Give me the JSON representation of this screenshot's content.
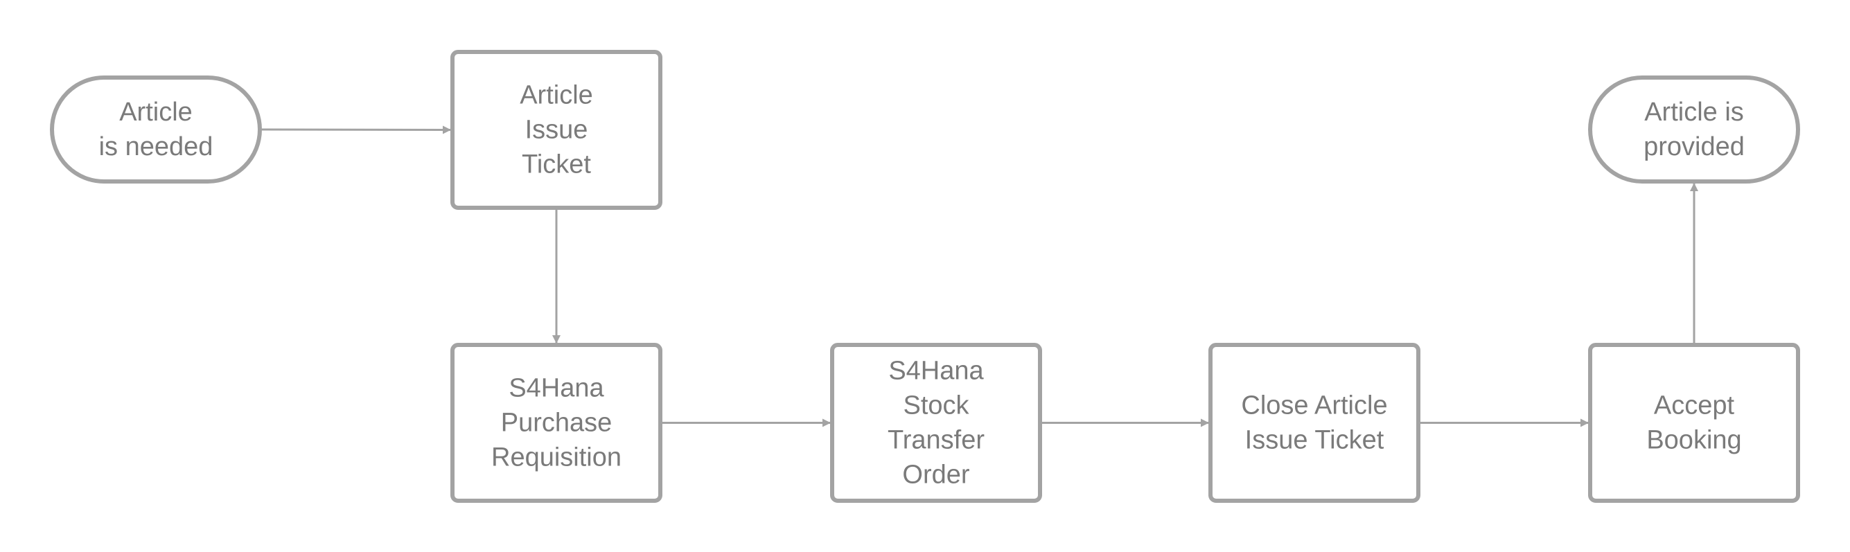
{
  "colors": {
    "stroke": "#a3a3a3",
    "text": "#7a7a7a",
    "background": "#ffffff"
  },
  "nodes": [
    {
      "id": "article-needed",
      "shape": "terminal",
      "lines": [
        "Article",
        "is needed"
      ]
    },
    {
      "id": "article-issue-ticket",
      "shape": "process",
      "lines": [
        "Article",
        "Issue",
        "Ticket"
      ]
    },
    {
      "id": "purchase-requisition",
      "shape": "process",
      "lines": [
        "S4Hana",
        "Purchase",
        "Requisition"
      ]
    },
    {
      "id": "stock-transfer-order",
      "shape": "process",
      "lines": [
        "S4Hana",
        "Stock",
        "Transfer",
        "Order"
      ]
    },
    {
      "id": "close-article-issue-ticket",
      "shape": "process",
      "lines": [
        "Close Article",
        "Issue Ticket"
      ]
    },
    {
      "id": "accept-booking",
      "shape": "process",
      "lines": [
        "Accept",
        "Booking"
      ]
    },
    {
      "id": "article-provided",
      "shape": "terminal",
      "lines": [
        "Article is",
        "provided"
      ]
    }
  ],
  "edges": [
    {
      "from": "article-needed",
      "to": "article-issue-ticket"
    },
    {
      "from": "article-issue-ticket",
      "to": "purchase-requisition"
    },
    {
      "from": "purchase-requisition",
      "to": "stock-transfer-order"
    },
    {
      "from": "stock-transfer-order",
      "to": "close-article-issue-ticket"
    },
    {
      "from": "close-article-issue-ticket",
      "to": "accept-booking"
    },
    {
      "from": "accept-booking",
      "to": "article-provided"
    }
  ]
}
